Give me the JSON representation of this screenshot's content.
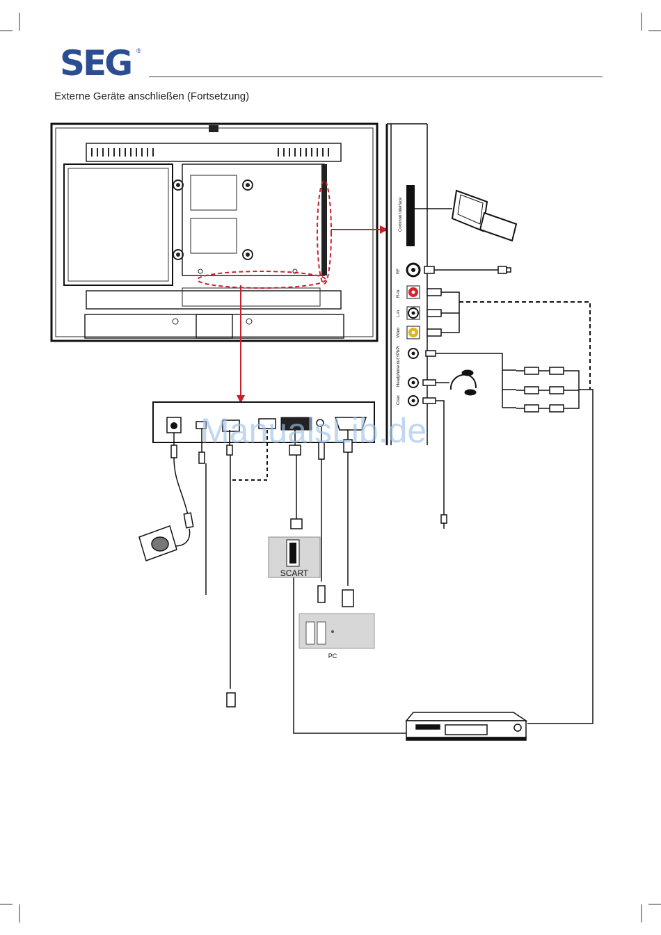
{
  "header": {
    "brand": "SEG",
    "registered_mark": "®",
    "title": "Externe Geräte anschließen (Fortsetzung)"
  },
  "side_panel": {
    "common_interface": "Common Interface",
    "rf": "RF",
    "r_in": "R-in",
    "l_in": "L-in",
    "video": "Video",
    "ypbpr": "YPbPr",
    "headphone_out": "Headphone out",
    "coax": "Coax"
  },
  "devices": {
    "scart": "SCART",
    "pc": "PC"
  },
  "watermark": "ManualsLib.de",
  "colors": {
    "brand_blue": "#2b4e93",
    "arrow_red": "#c8202f",
    "rca_red": "#d8222a",
    "rca_yellow": "#e3b21c"
  }
}
